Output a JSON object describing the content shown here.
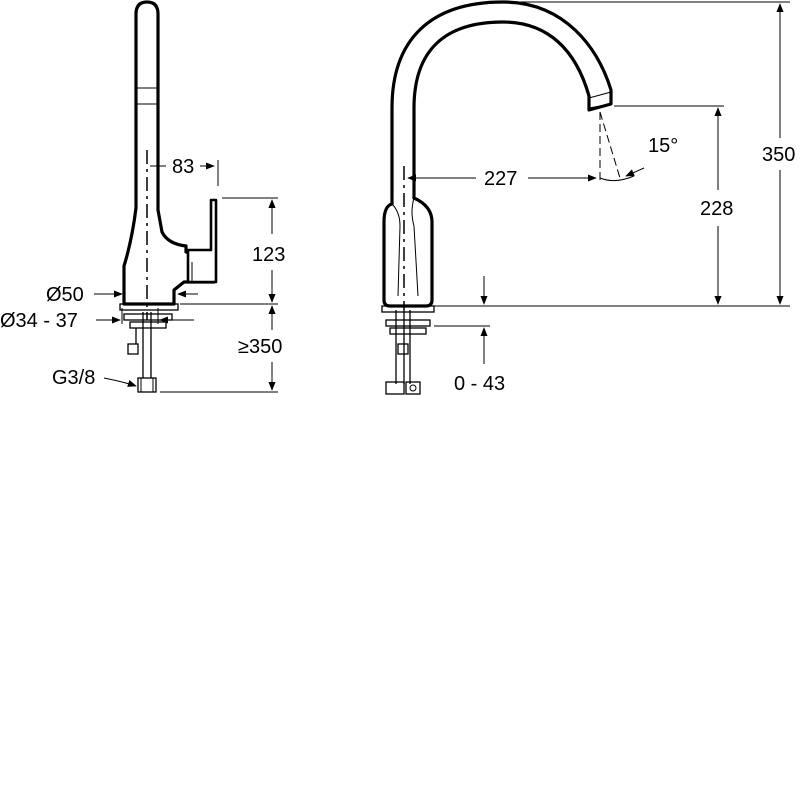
{
  "side_view": {
    "dim_spout_offset": "83",
    "dim_lever_height": "123",
    "dim_body_diameter": "Ø50",
    "dim_hole_diameter": "Ø34 - 37",
    "dim_hose_length": "≥350",
    "dim_thread": "G3/8"
  },
  "front_view": {
    "dim_reach": "227",
    "dim_angle": "15°",
    "dim_outlet_height": "228",
    "dim_total_height": "350",
    "dim_deck_thickness": "0 - 43"
  }
}
